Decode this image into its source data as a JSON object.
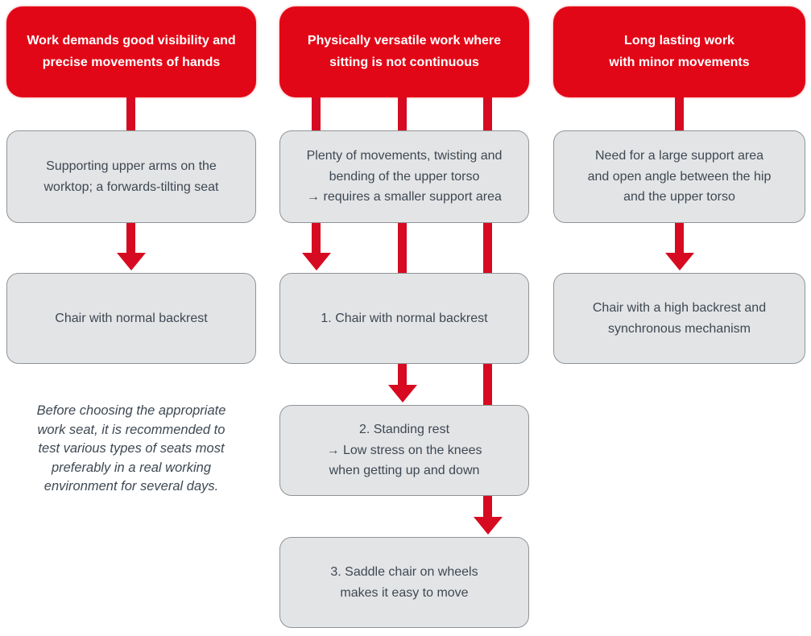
{
  "diagram": {
    "title_hint": "Work seat selection flowchart",
    "columns": [
      {
        "header": "Work demands good visibility and\nprecise movements of hands",
        "boxes": [
          "Supporting upper arms on the\nworktop; a forwards-tilting seat",
          "Chair with normal backrest"
        ]
      },
      {
        "header": "Physically versatile work where\nsitting is not continuous",
        "boxes": [
          "Plenty of movements, twisting and\nbending of the upper torso\n→  requires a smaller support area",
          "1. Chair with normal backrest",
          "2. Standing rest\n→  Low stress on the knees\nwhen getting up and down",
          "3. Saddle chair on wheels\nmakes it easy to move"
        ]
      },
      {
        "header": "Long lasting work\nwith minor movements",
        "boxes": [
          "Need for a large support area\nand open angle between the hip\nand the upper torso",
          "Chair with a high backrest and\nsynchronous mechanism"
        ]
      }
    ],
    "note": "Before choosing the appropriate\nwork seat, it is recommended to\ntest various types of seats most\npreferably in a real working\nenvironment for several days.",
    "colors": {
      "header_bg": "#e20717",
      "header_text": "#ffffff",
      "box_bg": "#e3e4e6",
      "box_border": "#909497",
      "box_text": "#3e4852",
      "arrow": "#d60b21"
    }
  }
}
